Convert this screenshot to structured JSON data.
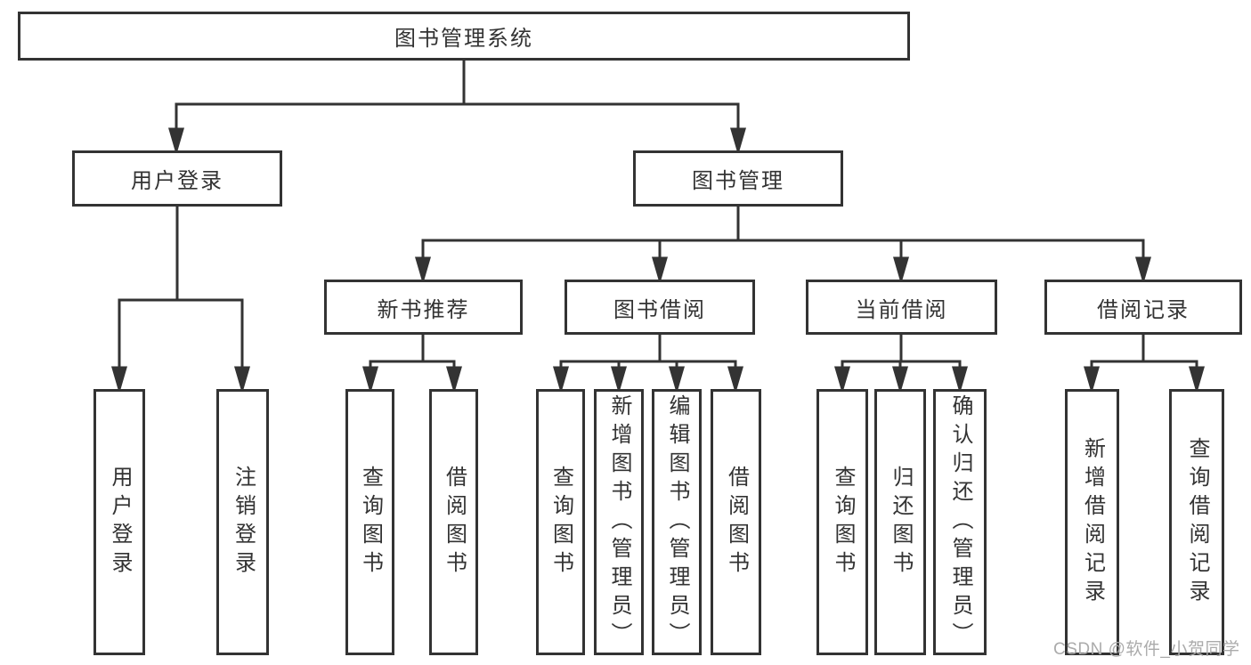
{
  "diagram": {
    "root_label": "图书管理系统",
    "branches": [
      {
        "label": "用户登录",
        "leaves": [
          "用户登录",
          "注销登录"
        ]
      },
      {
        "label": "图书管理",
        "groups": [
          {
            "label": "新书推荐",
            "leaves": [
              "查询图书",
              "借阅图书"
            ]
          },
          {
            "label": "图书借阅",
            "leaves": [
              "查询图书",
              "新增图书（管理员）",
              "编辑图书（管理员）",
              "借阅图书"
            ]
          },
          {
            "label": "当前借阅",
            "leaves": [
              "查询图书",
              "归还图书",
              "确认归还（管理员）"
            ]
          },
          {
            "label": "借阅记录",
            "leaves": [
              "新增借阅记录",
              "查询借阅记录"
            ]
          }
        ]
      }
    ]
  },
  "watermark": {
    "text": "CSDN @软件_小贺同学"
  },
  "colors": {
    "line": "#333333",
    "text": "#333333",
    "background": "#ffffff",
    "watermark": "#ababab"
  }
}
